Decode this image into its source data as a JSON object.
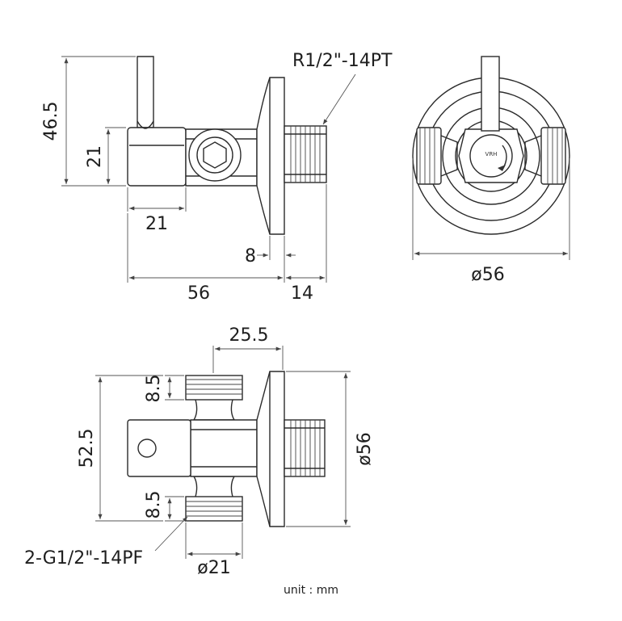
{
  "drawing": {
    "unit_note": "unit : mm",
    "side_view": {
      "height_label": "46.5",
      "body_height_label": "21",
      "body_width_label": "21",
      "flange_offset_label": "8",
      "total_length_label": "56",
      "thread_length_label": "14",
      "thread_callout": "R1/2\"-14PT"
    },
    "front_view": {
      "diameter_label": "ø56",
      "logo_text": "VRH"
    },
    "top_view": {
      "outlet_spacing_label": "25.5",
      "outlet_top_label": "8.5",
      "outlet_bottom_label": "8.5",
      "overall_label": "52.5",
      "flange_diameter_label": "ø56",
      "outlet_diameter_label": "ø21",
      "outlet_callout": "2-G1/2\"-14PF"
    }
  }
}
